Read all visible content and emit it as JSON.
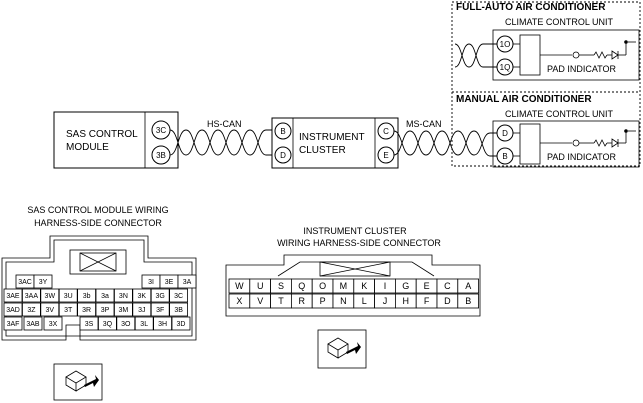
{
  "labels": {
    "full_auto": "FULL-AUTO AIR CONDITIONER",
    "manual": "MANUAL AIR CONDITIONER",
    "climate_unit": "CLIMATE CONTROL UNIT",
    "pad_indicator": "PAD INDICATOR",
    "sas_module_1": "SAS CONTROL",
    "sas_module_2": "MODULE",
    "instrument_1": "INSTRUMENT",
    "instrument_2": "CLUSTER",
    "hs_can": "HS-CAN",
    "ms_can": "MS-CAN",
    "sas_conn_title_1": "SAS CONTROL MODULE WIRING",
    "sas_conn_title_2": "HARNESS-SIDE CONNECTOR",
    "ic_conn_title_1": "INSTRUMENT CLUSTER",
    "ic_conn_title_2": "WIRING HARNESS-SIDE CONNECTOR"
  },
  "terminals": {
    "full_auto_top": "1O",
    "full_auto_bottom": "1Q",
    "sas_top": "3C",
    "sas_bottom": "3B",
    "ic_left_top": "B",
    "ic_left_bottom": "D",
    "ic_right_top": "C",
    "ic_right_bottom": "E",
    "manual_top": "D",
    "manual_bottom": "B"
  },
  "sas_connector": {
    "row1": [
      "3AC",
      "3Y",
      "3I",
      "3E",
      "3A"
    ],
    "row2": [
      "3AE",
      "3AA",
      "3W",
      "3U",
      "3b",
      "3a",
      "3N",
      "3K",
      "3G",
      "3C"
    ],
    "row3": [
      "3AD",
      "3Z",
      "3V",
      "3T",
      "3R",
      "3P",
      "3M",
      "3J",
      "3F",
      "3B"
    ],
    "row4": [
      "3AF",
      "3AB",
      "3X",
      "3S",
      "3Q",
      "3O",
      "3L",
      "3H",
      "3D"
    ]
  },
  "ic_connector": {
    "row1": [
      "W",
      "U",
      "S",
      "Q",
      "O",
      "M",
      "K",
      "I",
      "G",
      "E",
      "C",
      "A"
    ],
    "row2": [
      "X",
      "V",
      "T",
      "R",
      "P",
      "N",
      "L",
      "J",
      "H",
      "F",
      "D",
      "B"
    ]
  }
}
